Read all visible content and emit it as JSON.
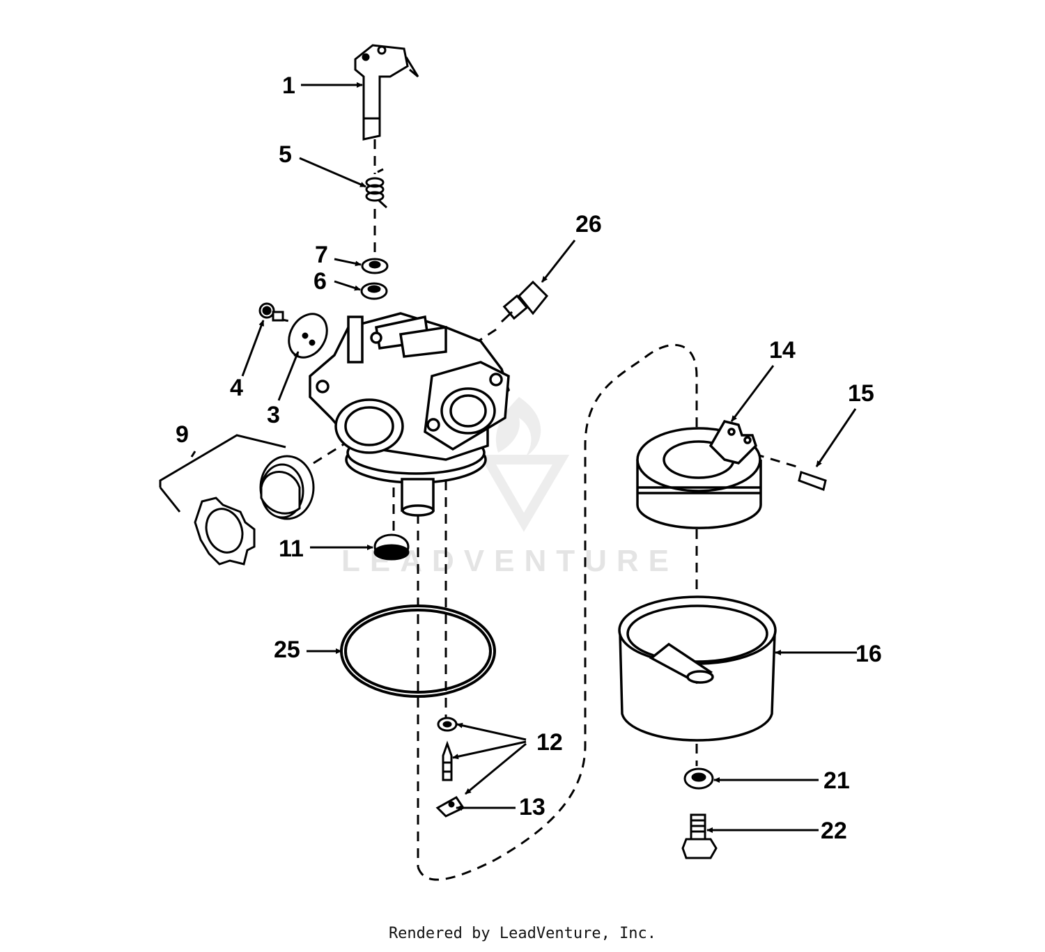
{
  "diagram": {
    "callouts": [
      "1",
      "5",
      "26",
      "7",
      "6",
      "4",
      "3",
      "9",
      "11",
      "14",
      "15",
      "25",
      "16",
      "12",
      "13",
      "21",
      "22"
    ]
  },
  "watermark": "LEADVENTURE",
  "footer": "Rendered by LeadVenture, Inc."
}
